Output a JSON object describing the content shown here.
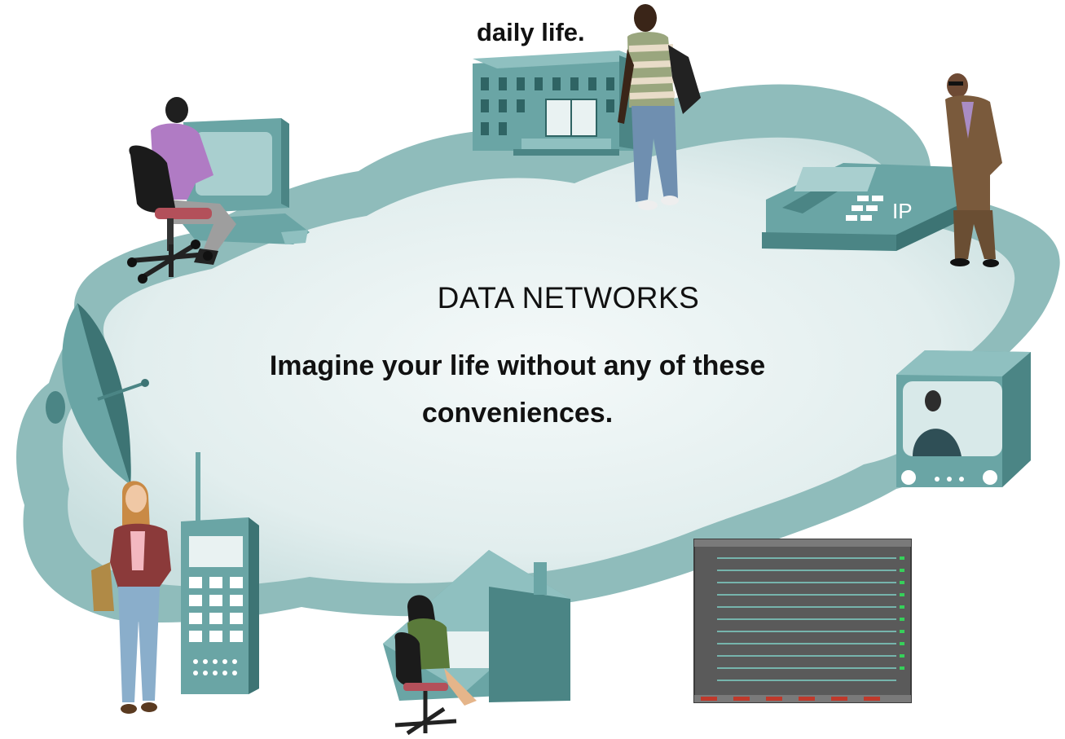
{
  "top_caption": "daily life.",
  "center": {
    "title": "DATA NETWORKS",
    "body": "Imagine your life without any of these conveniences."
  },
  "phone": {
    "label": "IP"
  },
  "colors": {
    "cloud_outer": "#8fbcbb",
    "cloud_inner": "#eaf3f3",
    "device_teal": "#6aa5a5",
    "device_dark": "#4b8585",
    "text": "#111111"
  }
}
